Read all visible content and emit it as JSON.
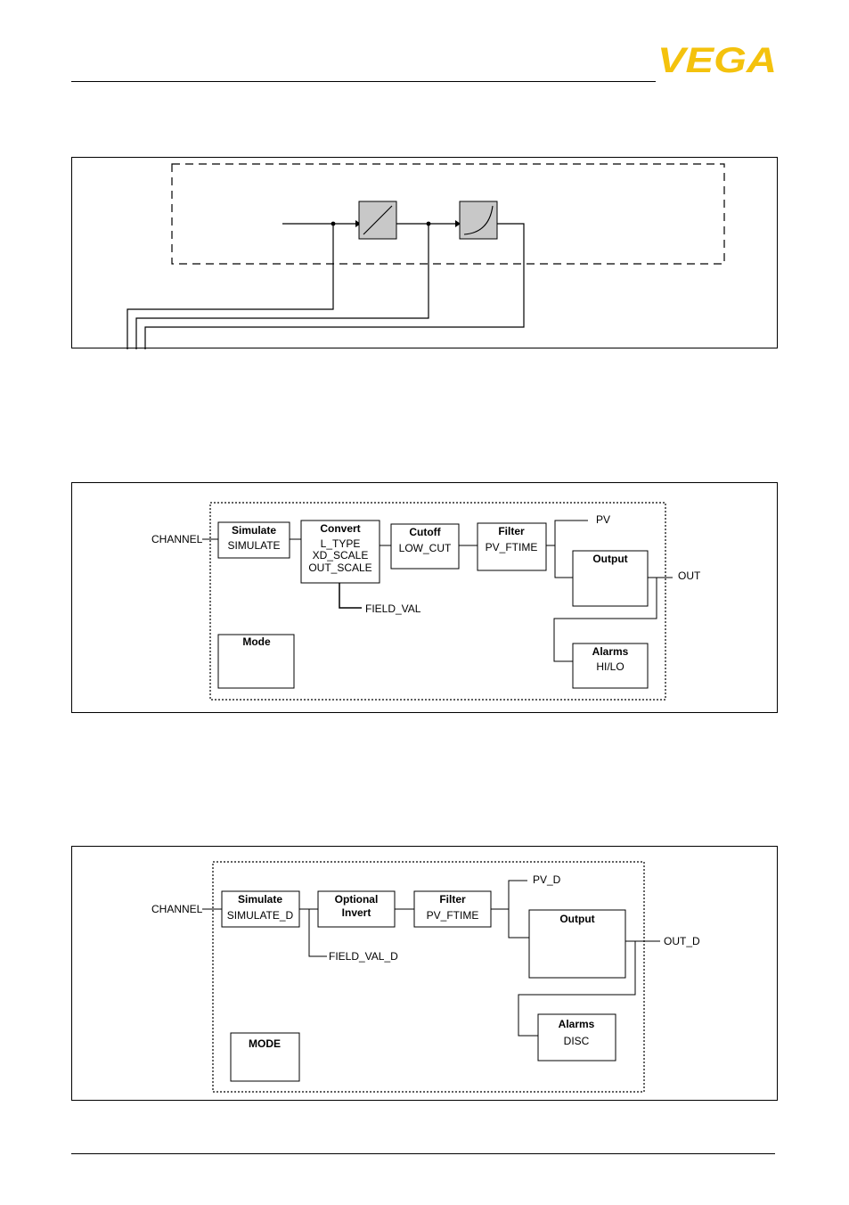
{
  "header": {
    "logo_text": "VEGA",
    "brand_color": "#f4c20d"
  },
  "diagram1": {},
  "diagram2": {
    "input_label": "CHANNEL",
    "simulate": {
      "title": "Simulate",
      "lines": [
        "SIMULATE"
      ]
    },
    "convert": {
      "title": "Convert",
      "lines": [
        "L_TYPE",
        "XD_SCALE",
        "OUT_SCALE"
      ]
    },
    "cutoff": {
      "title": "Cutoff",
      "lines": [
        "LOW_CUT"
      ]
    },
    "filter": {
      "title": "Filter",
      "lines": [
        "PV_FTIME"
      ]
    },
    "output": {
      "title": "Output"
    },
    "alarms": {
      "title": "Alarms",
      "lines": [
        "HI/LO"
      ]
    },
    "mode": {
      "title": "Mode"
    },
    "pv_label": "PV",
    "out_label": "OUT",
    "field_label": "FIELD_VAL"
  },
  "diagram3": {
    "input_label": "CHANNEL",
    "simulate": {
      "title": "Simulate",
      "lines": [
        "SIMULATE_D"
      ]
    },
    "invert": {
      "title_lines": [
        "Optional",
        "Invert"
      ]
    },
    "filter": {
      "title": "Filter",
      "lines": [
        "PV_FTIME"
      ]
    },
    "output": {
      "title": "Output"
    },
    "alarms": {
      "title": "Alarms",
      "lines": [
        "DISC"
      ]
    },
    "mode": {
      "title": "MODE"
    },
    "pv_label": "PV_D",
    "out_label": "OUT_D",
    "field_label": "FIELD_VAL_D"
  }
}
